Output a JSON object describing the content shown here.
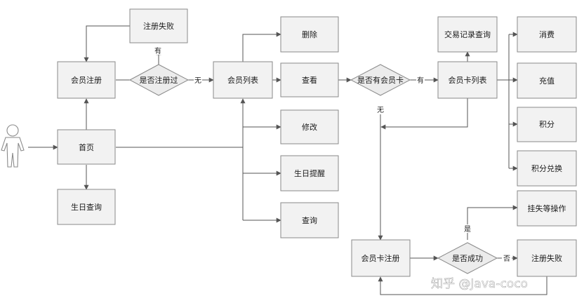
{
  "nodes": {
    "register_fail_top": "注册失败",
    "member_register": "会员注册",
    "registered_before": "是否注册过",
    "member_list": "会员列表",
    "delete": "删除",
    "view": "查看",
    "modify": "修改",
    "birthday_reminder": "生日提醒",
    "query": "查询",
    "home": "首页",
    "birthday_query": "生日查询",
    "has_member_card": "是否有会员卡",
    "member_card_list": "会员卡列表",
    "transaction_query": "交易记录查询",
    "consume": "消费",
    "recharge": "充值",
    "points": "积分",
    "points_exchange": "积分兑换",
    "loss_ops": "挂失等操作",
    "card_register": "会员卡注册",
    "success": "是否成功",
    "register_fail_bottom": "注册失败"
  },
  "edge_labels": {
    "yes": "有",
    "no": "无",
    "yes2": "有",
    "no2": "无",
    "is": "是",
    "not": "否"
  },
  "watermark": "知乎 @Java-coco",
  "colors": {
    "box_fill": "#f2f2f2",
    "box_stroke": "#8a8a8a",
    "line": "#555555"
  }
}
